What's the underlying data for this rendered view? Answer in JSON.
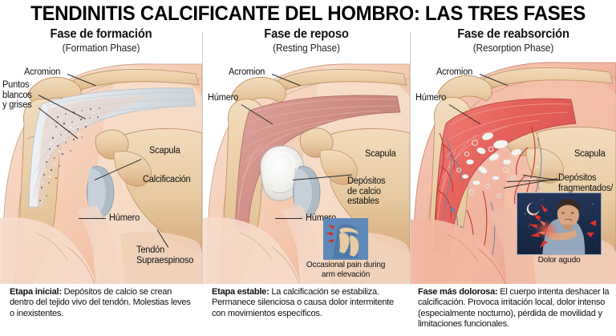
{
  "title": "TENDINITIS CALCIFICANTE DEL HOMBRO: LAS TRES FASES",
  "panels": [
    {
      "heading_es": "Fase de formación",
      "heading_en": "(Formation Phase)",
      "labels": [
        {
          "name": "acromion",
          "text": "Acromion"
        },
        {
          "name": "puntos-blancos-y-grises",
          "text": "Puntos\nblancos\ny grises"
        },
        {
          "name": "scapula",
          "text": "Scapula"
        },
        {
          "name": "calcificacion",
          "text": "Calcificación"
        },
        {
          "name": "humero",
          "text": "Húmero"
        },
        {
          "name": "tendon-supraespinoso",
          "text": "Tendón\nSupraespinoso"
        }
      ],
      "caption_bold": "Etapa inicial:",
      "caption_text": " Depósitos de calcio se crean dentro del tejido vivo del tendón. Molestias leves o inexistentes."
    },
    {
      "heading_es": "Fase de reposo",
      "heading_en": "(Resting Phase)",
      "labels": [
        {
          "name": "acromion",
          "text": "Acromion"
        },
        {
          "name": "humero-top",
          "text": "Húmero"
        },
        {
          "name": "scapula",
          "text": "Scapula"
        },
        {
          "name": "depositos-de-calcio-estables",
          "text": "Depósitos\nde calcio\nestables"
        },
        {
          "name": "humero-bottom",
          "text": "Húmero"
        }
      ],
      "inset_caption": "Occasional pain\nduring arm elevación",
      "caption_bold": "Etapa estable:",
      "caption_text": " La calcificación se estabiliza. Permanece silenciosa o causa dolor intermitente con movimientos específicos."
    },
    {
      "heading_es": "Fase de reabsorción",
      "heading_en": "(Resorption Phase)",
      "labels": [
        {
          "name": "acromion",
          "text": "Acromion"
        },
        {
          "name": "humero",
          "text": "Húmero"
        },
        {
          "name": "scapula",
          "text": "Scapula"
        },
        {
          "name": "depositos-fragmentados-difusos",
          "text": "Depósitos\nfragmentados/\ndifusos"
        }
      ],
      "inset_caption": "Dolor agudo",
      "caption_bold": "Fase más dolorosa:",
      "caption_text": " El cuerpo intenta deshacer la calcificación. Provoca irritación local, dolor intenso (especialmente nocturno), pérdida de movilidad y limitaciones funcionales."
    }
  ],
  "colors": {
    "skin": "#f3c8ae",
    "skin_light": "#f8ddcb",
    "bone": "#e8cba3",
    "bone_shadow": "#d9b184",
    "tendon": "#dfe3e6",
    "cartilage": "#aebac4",
    "muscle_pink": "#d79c94",
    "muscle_red": "#e8776a",
    "inflamed": "#e8625a",
    "calcium_white": "#f4f2ef",
    "vein_blue": "#6f7fae",
    "artery_red": "#c0392b",
    "inset_blue": "#5f89b8",
    "pain_red": "#d9281f",
    "divider": "#cfcfcf"
  }
}
